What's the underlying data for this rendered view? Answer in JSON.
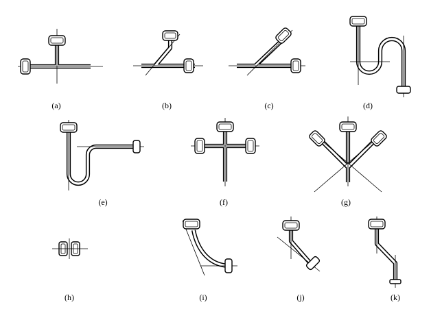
{
  "figure": {
    "fittings": [
      {
        "id": "a",
        "label": "(a)",
        "icon": "tee-fitting"
      },
      {
        "id": "b",
        "label": "(b)",
        "icon": "offset-tee-fitting"
      },
      {
        "id": "c",
        "label": "(c)",
        "icon": "wye-branch-fitting"
      },
      {
        "id": "d",
        "label": "(d)",
        "icon": "s-trap-fitting"
      },
      {
        "id": "e",
        "label": "(e)",
        "icon": "p-trap-fitting"
      },
      {
        "id": "f",
        "label": "(f)",
        "icon": "cross-fitting"
      },
      {
        "id": "g",
        "label": "(g)",
        "icon": "double-wye-fitting"
      },
      {
        "id": "h",
        "label": "(h)",
        "icon": "coupling-fitting"
      },
      {
        "id": "i",
        "label": "(i)",
        "icon": "long-sweep-bend-fitting"
      },
      {
        "id": "j",
        "label": "(j)",
        "icon": "angled-bend-fitting"
      },
      {
        "id": "k",
        "label": "(k)",
        "icon": "offset-pipe-fitting"
      }
    ]
  }
}
